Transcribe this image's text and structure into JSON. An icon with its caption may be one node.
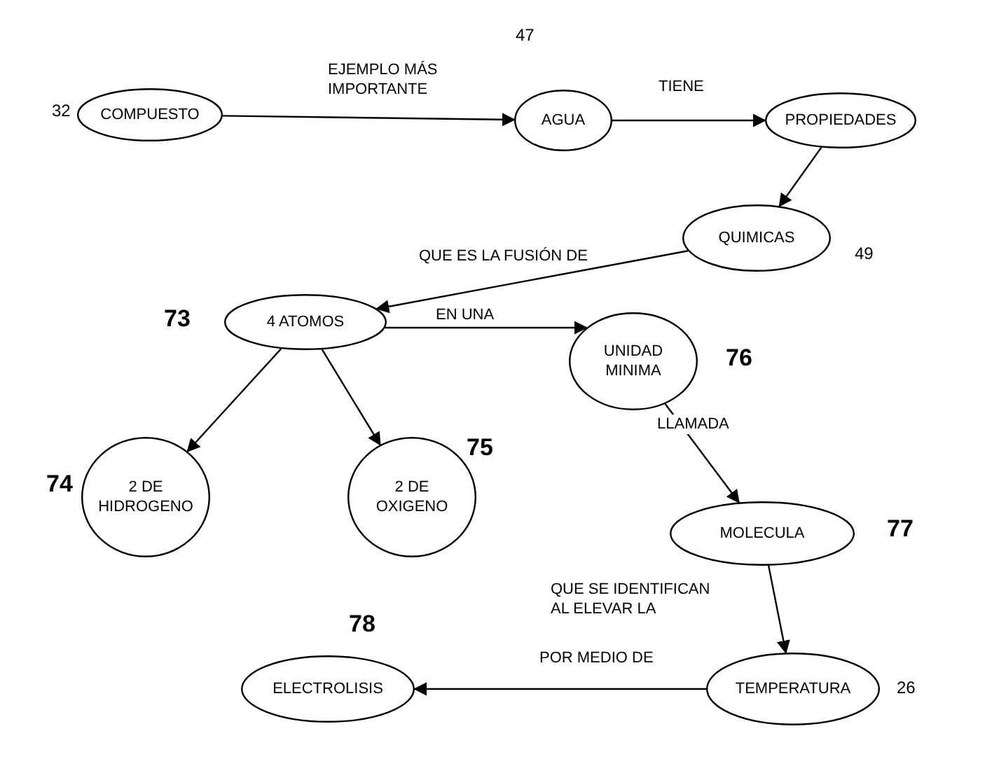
{
  "diagram": {
    "nodes": [
      {
        "text": [
          "COMPUESTO"
        ],
        "beside": [
          "32"
        ]
      },
      {
        "text": [
          "AGUA"
        ]
      },
      {
        "text": [
          "PROPIEDADES"
        ]
      },
      {
        "text": [
          "QUIMICAS"
        ],
        "beside": [
          "49"
        ]
      },
      {
        "text": [
          "4 ATOMOS"
        ],
        "beside": [
          "73"
        ]
      },
      {
        "text": [
          "UNIDAD MINIMA"
        ],
        "beside": [
          "76"
        ]
      },
      {
        "text": [
          "2 DE HIDROGENO"
        ],
        "beside": [
          "74"
        ]
      },
      {
        "text": [
          "2 DE OXIGENO"
        ],
        "beside": [
          "75"
        ]
      },
      {
        "text": [
          "MOLECULA"
        ],
        "beside": [
          "77"
        ]
      },
      {
        "text": [
          "TEMPERATURA"
        ],
        "beside": [
          "26"
        ]
      },
      {
        "text": [
          "ELECTROLISIS"
        ],
        "beside": [
          "78"
        ]
      }
    ],
    "edges": [
      {
        "from": 0,
        "to": 1,
        "arrow": "to",
        "label": "EJEMPLO MÁS IMPORTANTE"
      },
      {
        "from": 1,
        "to": 2,
        "arrow": "to",
        "label": "TIENE"
      },
      {
        "from": 2,
        "to": 3,
        "arrow": "to"
      },
      {
        "from": 3,
        "to": 4,
        "arrow": "to",
        "label": "QUE ES LA FUSIÓN DE"
      },
      {
        "from": 4,
        "to": 5,
        "arrow": "to",
        "label": "EN UNA"
      },
      {
        "from": 4,
        "to": 6,
        "arrow": "to"
      },
      {
        "from": 4,
        "to": 7,
        "arrow": "to"
      },
      {
        "from": 5,
        "to": 8,
        "arrow": "to",
        "label": "LLAMADA"
      },
      {
        "from": 8,
        "to": 9,
        "arrow": "to",
        "label": "QUE SE IDENTIFICAN AL ELEVAR LA"
      },
      {
        "from": 9,
        "to": 10,
        "arrow": "to",
        "label": "POR MEDIO DE"
      }
    ],
    "labels": [
      "47"
    ]
  }
}
